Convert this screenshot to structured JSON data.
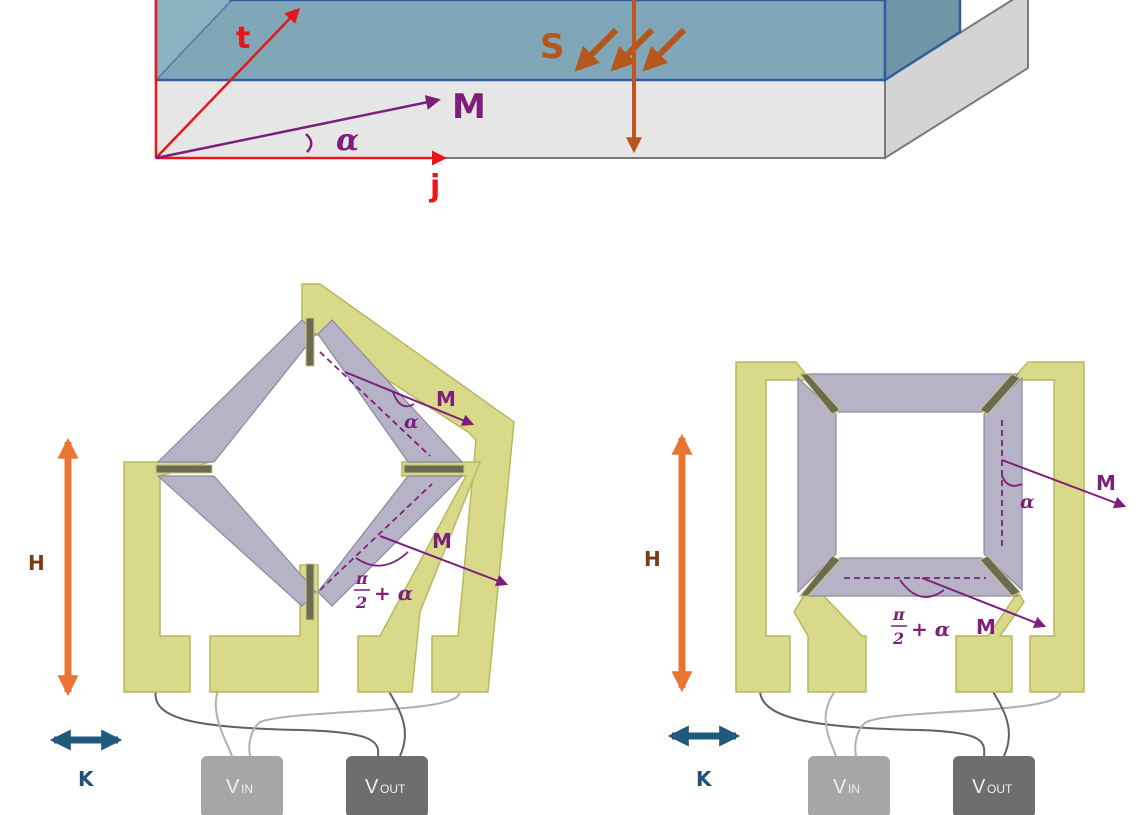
{
  "top_diagram": {
    "label_t": "t",
    "label_s": "S",
    "label_m": "M",
    "label_alpha": "α",
    "label_j": "j"
  },
  "left_bridge": {
    "label_m_upper": "M",
    "label_alpha": "α",
    "label_m_lower": "M",
    "label_pi": "π",
    "label_two": "2",
    "label_plus_alpha": "+ α",
    "label_h": "H",
    "label_k": "K",
    "vin_main": "V",
    "vin_sub": "IN",
    "vout_main": "V",
    "vout_sub": "OUT"
  },
  "right_bridge": {
    "label_m_right": "M",
    "label_alpha": "α",
    "label_pi": "π",
    "label_two": "2",
    "label_plus_alpha": "+ α",
    "label_m_bottom": "M",
    "label_h": "H",
    "label_k": "K",
    "vin_main": "V",
    "vin_sub": "IN",
    "vout_main": "V",
    "vout_sub": "OUT"
  },
  "colors": {
    "red": "#e8151b",
    "purple": "#7b1f7a",
    "brown": "#b5561c",
    "orange": "#e87532",
    "teal_fill": "#7fa7b7",
    "teal_edge": "#2f5d9d",
    "slab_front": "#e6e6e6",
    "slab_side": "#cfcfcf",
    "pad_fill": "#d9d98a",
    "pad_edge": "#b8b860",
    "strip_fill": "#b6b3c7",
    "strip_edge": "#8c89a0",
    "blue_arrow": "#1f5a7c",
    "vin_fill": "#a6a6a6",
    "vout_fill": "#6e6e6e",
    "label_brown": "#7a3b12",
    "label_blue": "#1f4e79"
  }
}
